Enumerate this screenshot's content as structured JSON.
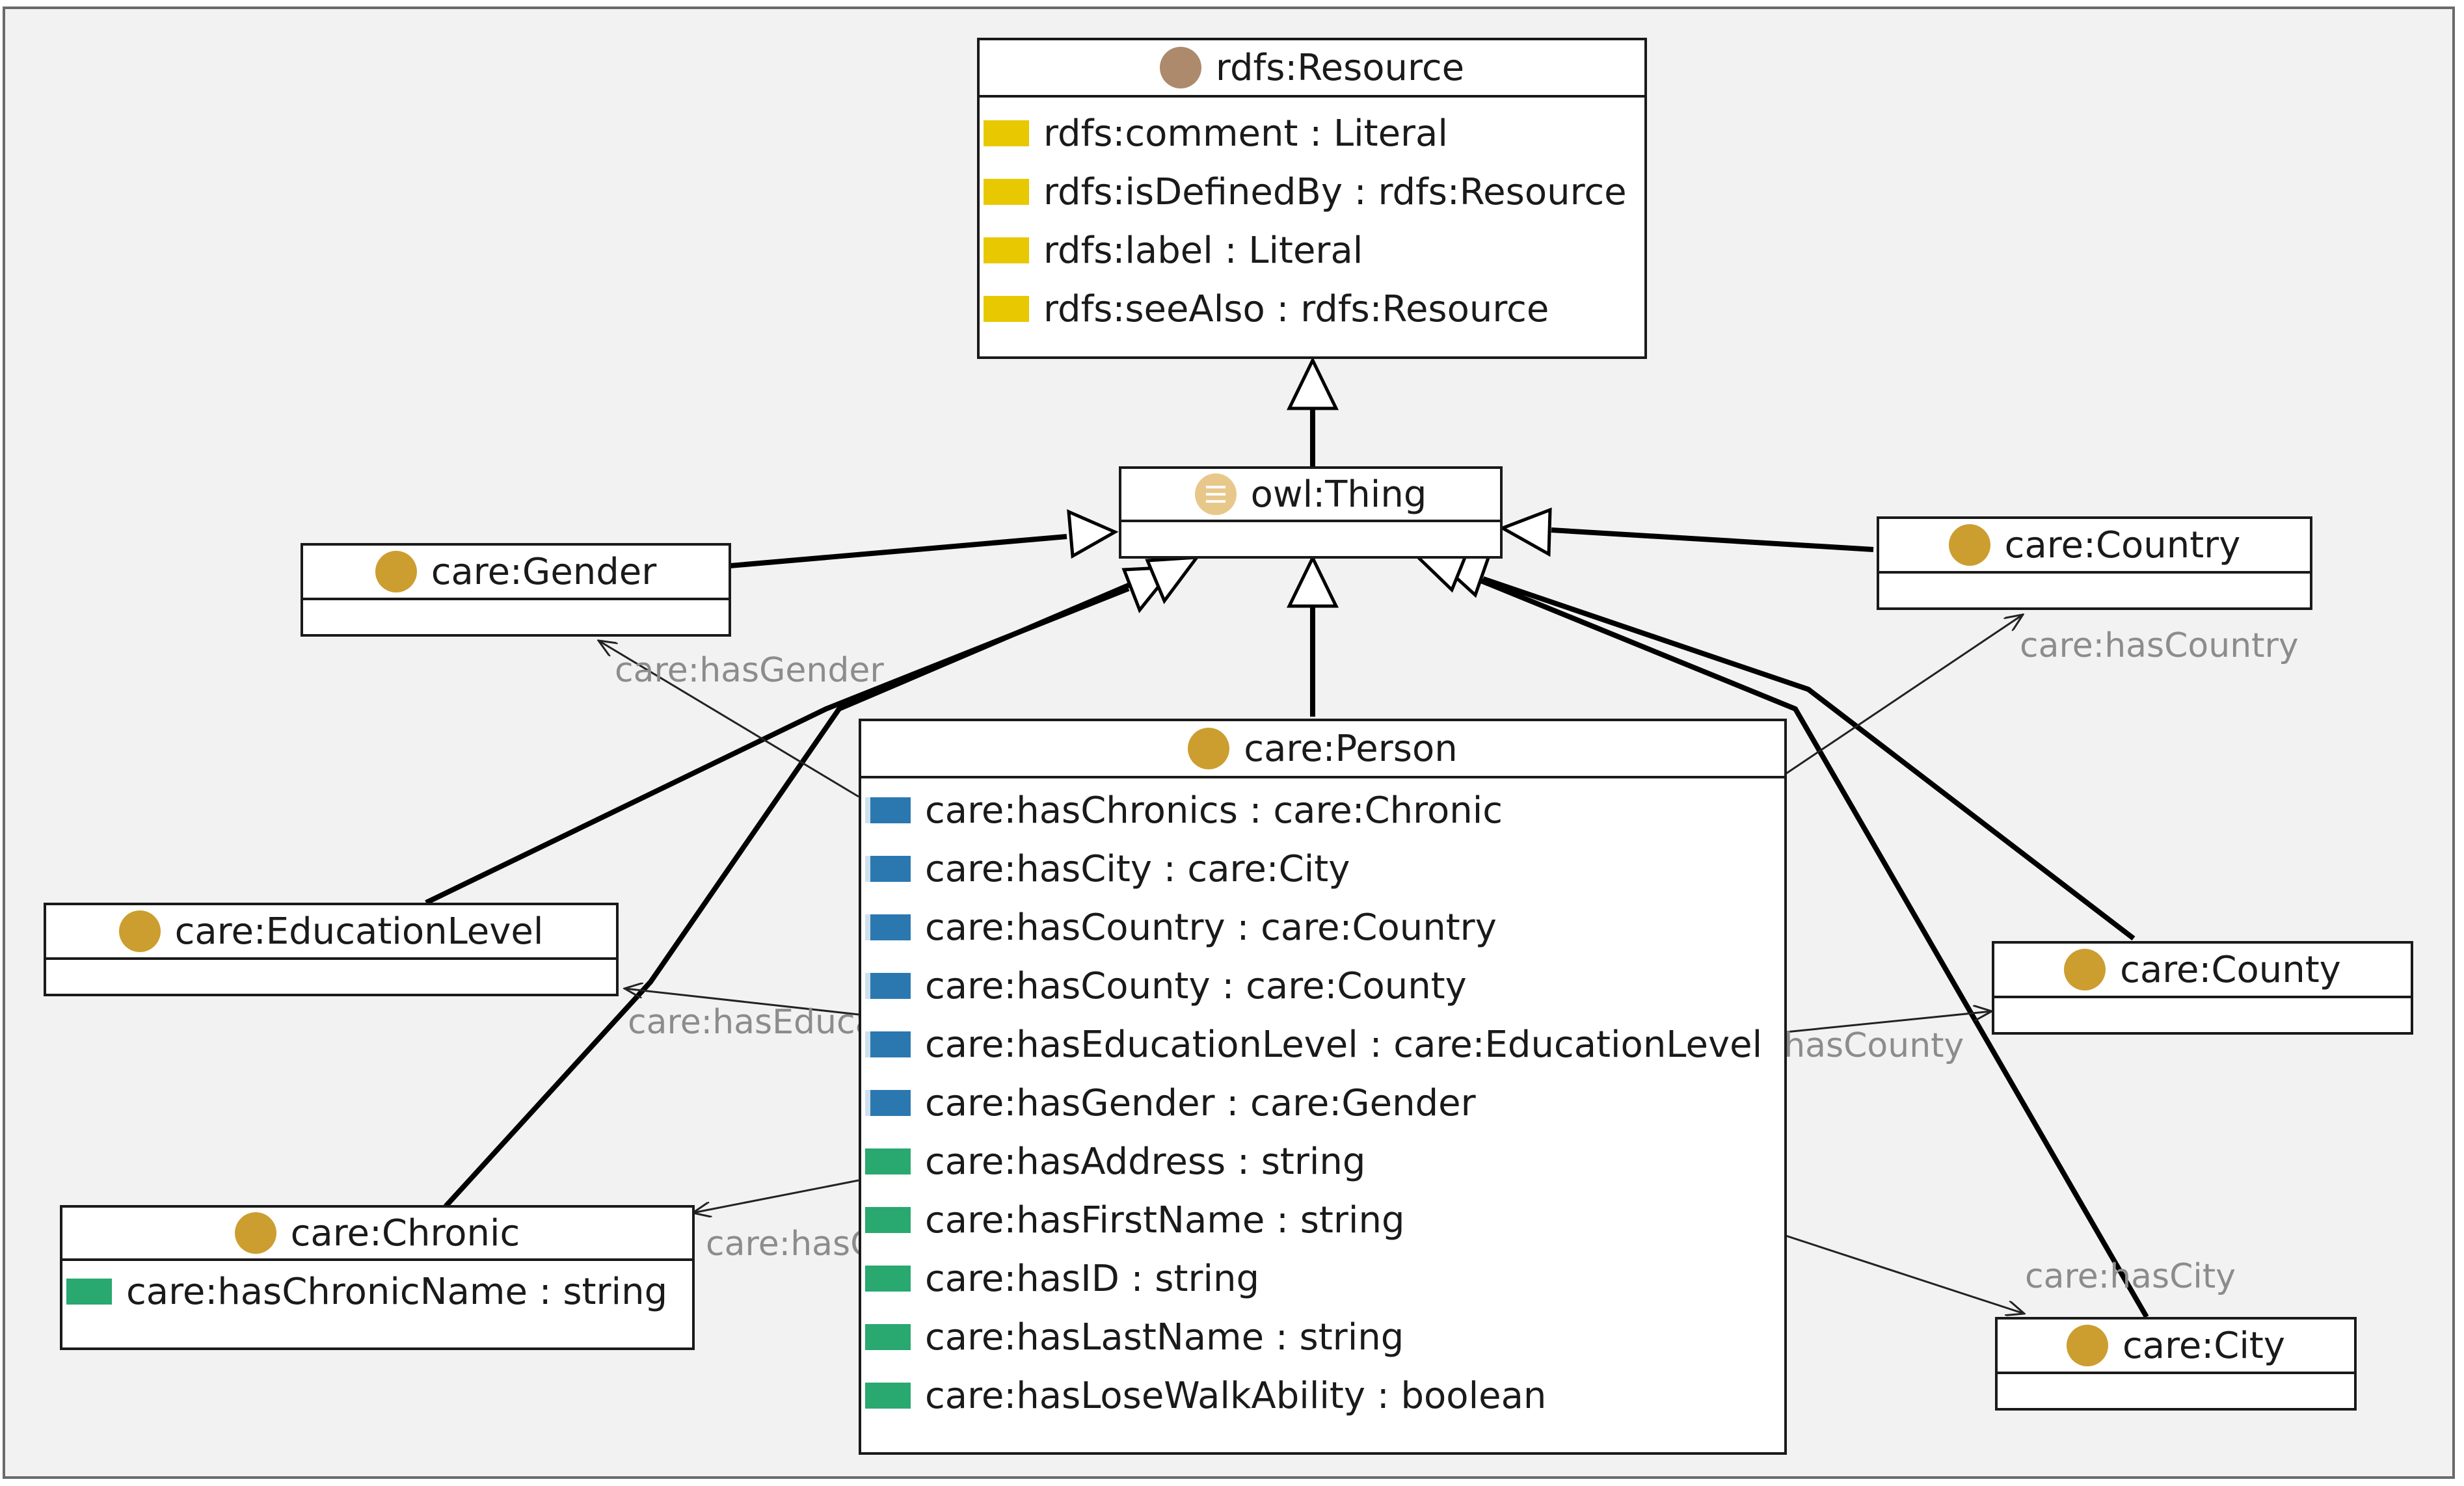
{
  "colors": {
    "class_icon": "#cc9e30",
    "resource_icon": "#ad8a6c",
    "thing_icon": "#e8c88a",
    "annotation_property": "#e8c800",
    "object_property": "#2b78b0",
    "data_property": "#29a86f",
    "edge_label": "#8c8c8c"
  },
  "classes": {
    "resource": {
      "name": "rdfs:Resource",
      "icon": "resource-class-icon",
      "properties": [
        {
          "label": "rdfs:comment : Literal",
          "kind": "annotation"
        },
        {
          "label": "rdfs:isDefinedBy : rdfs:Resource",
          "kind": "annotation"
        },
        {
          "label": "rdfs:label : Literal",
          "kind": "annotation"
        },
        {
          "label": "rdfs:seeAlso : rdfs:Resource",
          "kind": "annotation"
        }
      ]
    },
    "thing": {
      "name": "owl:Thing",
      "icon": "owl-thing-icon"
    },
    "gender": {
      "name": "care:Gender",
      "icon": "class-icon"
    },
    "country": {
      "name": "care:Country",
      "icon": "class-icon"
    },
    "education": {
      "name": "care:EducationLevel",
      "icon": "class-icon"
    },
    "county": {
      "name": "care:County",
      "icon": "class-icon"
    },
    "chronic": {
      "name": "care:Chronic",
      "icon": "class-icon",
      "properties": [
        {
          "label": "care:hasChronicName : string",
          "kind": "data"
        }
      ]
    },
    "city": {
      "name": "care:City",
      "icon": "class-icon"
    },
    "person": {
      "name": "care:Person",
      "icon": "class-icon",
      "properties": [
        {
          "label": "care:hasChronics : care:Chronic",
          "kind": "object"
        },
        {
          "label": "care:hasCity : care:City",
          "kind": "object"
        },
        {
          "label": "care:hasCountry : care:Country",
          "kind": "object"
        },
        {
          "label": "care:hasCounty : care:County",
          "kind": "object"
        },
        {
          "label": "care:hasEducationLevel : care:EducationLevel",
          "kind": "object"
        },
        {
          "label": "care:hasGender : care:Gender",
          "kind": "object"
        },
        {
          "label": "care:hasAddress : string",
          "kind": "data"
        },
        {
          "label": "care:hasFirstName : string",
          "kind": "data"
        },
        {
          "label": "care:hasID : string",
          "kind": "data"
        },
        {
          "label": "care:hasLastName : string",
          "kind": "data"
        },
        {
          "label": "care:hasLoseWalkAbility : boolean",
          "kind": "data"
        }
      ]
    }
  },
  "edge_labels": {
    "has_gender": "care:hasGender",
    "has_country": "care:hasCountry",
    "has_education_level": "care:hasEducationLevel",
    "has_county": "care:hasCounty",
    "has_chronics": "care:hasChronics",
    "has_city": "care:hasCity"
  }
}
